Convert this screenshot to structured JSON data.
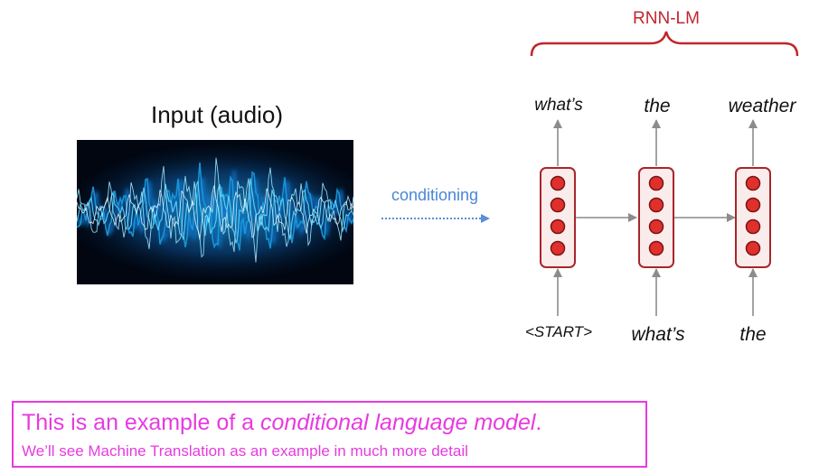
{
  "rnn_label": "RNN-LM",
  "input_title": "Input (audio)",
  "conditioning_label": "conditioning",
  "outputs": [
    "what’s",
    "the",
    "weather"
  ],
  "inputs": [
    "<START>",
    "what’s",
    "the"
  ],
  "callout": {
    "line1_prefix": "This is an example of a ",
    "line1_emph": "conditional language model",
    "line1_suffix": ".",
    "line2": "We’ll see Machine Translation as an example in much more detail"
  },
  "colors": {
    "accent_red": "#c0262d",
    "neuron_fill": "#e0302c",
    "box_fill": "#fbecec",
    "arrow_gray": "#8c8c8c",
    "conditioning_blue": "#5b8fd6",
    "callout_magenta": "#e83ae0"
  }
}
